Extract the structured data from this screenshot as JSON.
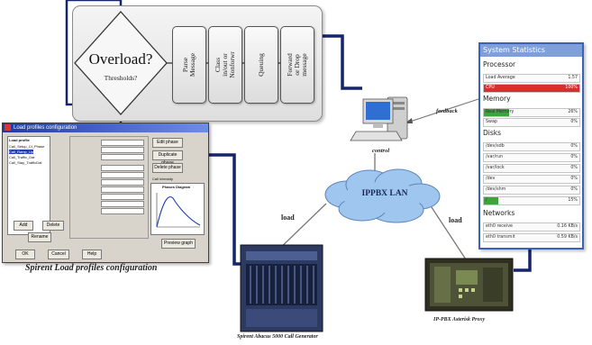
{
  "flowchart": {
    "decision_label": "Overload?",
    "decision_sublabel": "Thresholds?",
    "steps": [
      "Parse\nMessage",
      "Class\nin/out or\nNonforwr",
      "Queuing",
      "Forward\nor Drop\nmessage"
    ]
  },
  "network": {
    "cloud_label": "IPPBX LAN",
    "edge_load_left": "load",
    "edge_load_right": "load",
    "edge_feedback": "feedback",
    "edge_control": "control"
  },
  "load_profiles": {
    "window_title": "Load profiles configuration",
    "list_title": "Load profile",
    "list_items": [
      "Call_Setup_Ct_Phase",
      "Call_Ramp_Up",
      "Call_Traffic_Dat",
      "Call_Stay_TrafficDat"
    ],
    "left_buttons": [
      "Add",
      "Delete",
      "Rename"
    ],
    "bottom_buttons": [
      "OK",
      "Cancel",
      "Help"
    ],
    "right_buttons": [
      "Edit phase",
      "Duplicate phase",
      "Delete phase",
      "Preview graph"
    ],
    "graph_caption": "Call Intensity",
    "graph_title": "Phases Diagram",
    "caption": "Spirent Load profiles configuration"
  },
  "devices": {
    "generator_caption": "Spirent Abacus 5000 Call Generator",
    "proxy_caption": "IP-PBX Asterisk Proxy"
  },
  "stats": {
    "title": "System Statistics",
    "sections": [
      {
        "name": "Processor",
        "rows": [
          {
            "label": "Load Average",
            "value": "1.57",
            "fill": 0,
            "color": "#ffffff"
          },
          {
            "label": "CPU",
            "value": "100%",
            "fill": 1.0,
            "color": "#d72f2f"
          }
        ]
      },
      {
        "name": "Memory",
        "rows": [
          {
            "label": "Real Memory",
            "value": "26%",
            "fill": 0.26,
            "color": "#3aa63a"
          },
          {
            "label": "Swap",
            "value": "0%",
            "fill": 0,
            "color": "#3aa63a"
          }
        ]
      },
      {
        "name": "Disks",
        "rows": [
          {
            "label": "/dev/sdb",
            "value": "0%",
            "fill": 0,
            "color": "#3aa63a"
          },
          {
            "label": "/var/run",
            "value": "0%",
            "fill": 0,
            "color": "#3aa63a"
          },
          {
            "label": "/var/lock",
            "value": "0%",
            "fill": 0,
            "color": "#3aa63a"
          },
          {
            "label": "/dev",
            "value": "0%",
            "fill": 0,
            "color": "#3aa63a"
          },
          {
            "label": "/dev/shm",
            "value": "0%",
            "fill": 0,
            "color": "#3aa63a"
          },
          {
            "label": "/",
            "value": "15%",
            "fill": 0.15,
            "color": "#3aa63a"
          }
        ]
      },
      {
        "name": "Networks",
        "rows": [
          {
            "label": "eth0 receive",
            "value": "0.16 KB/s",
            "fill": 0,
            "color": "#3aa63a"
          },
          {
            "label": "eth0 transmit",
            "value": "0.59 KB/s",
            "fill": 0,
            "color": "#3aa63a"
          }
        ]
      }
    ]
  },
  "colors": {
    "connector": "#16246a",
    "cloud": "#9fc6ee",
    "stats_border": "#3a62b8",
    "stats_title_bg": "#7f9fdb",
    "alert": "#d72f2f",
    "ok": "#3aa63a"
  }
}
